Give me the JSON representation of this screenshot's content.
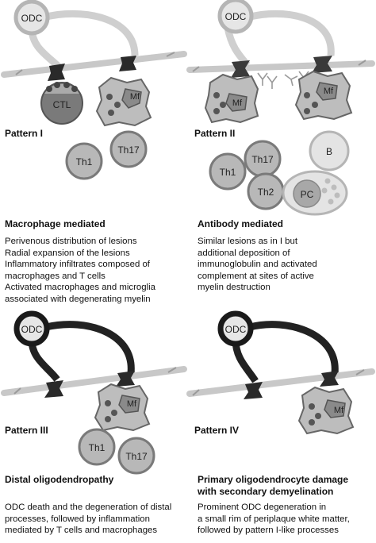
{
  "patterns": [
    {
      "id": "I",
      "label": "Pattern I",
      "mechanism": "Macrophage mediated",
      "cells": {
        "odc": "ODC",
        "ctl": "CTL",
        "mf": "Mf",
        "th1": "Th1",
        "th17": "Th17"
      },
      "description": [
        "Perivenous distribution of lesions",
        "Radial expansion of the lesions",
        "Inflammatory infiltrates composed of",
        "macrophages and T cells",
        "Activated macrophages and microglia",
        "associated with degenerating myelin"
      ]
    },
    {
      "id": "II",
      "label": "Pattern II",
      "mechanism": "Antibody mediated",
      "cells": {
        "odc": "ODC",
        "mf_left": "Mf",
        "mf_right": "Mf",
        "th1": "Th1",
        "th17": "Th17",
        "th2": "Th2",
        "b": "B",
        "pc": "PC"
      },
      "description": [
        "Similar lesions as in I but",
        "additional deposition of",
        "immunoglobulin and activated",
        "complement at sites of active",
        "myelin destruction"
      ]
    },
    {
      "id": "III",
      "label": "Pattern III",
      "mechanism": "Distal oligodendropathy",
      "cells": {
        "odc": "ODC",
        "mf": "Mf",
        "th1": "Th1",
        "th17": "Th17"
      },
      "description": [
        "ODC death and the degeneration of distal",
        "processes, followed by inflammation",
        "mediated by T cells and macrophages"
      ]
    },
    {
      "id": "IV",
      "label": "Pattern IV",
      "mechanism": "Primary oligodendrocyte damage with secondary demyelination",
      "mechanism_lines": [
        "Primary oligodendrocyte damage",
        "with secondary demyelination"
      ],
      "cells": {
        "odc": "ODC",
        "mf": "Mf"
      },
      "description": [
        "Prominent ODC degeneration in",
        "a small rim of periplaque white matter,",
        "followed by pattern I-like processes"
      ]
    }
  ],
  "colors": {
    "cell_gray": "#b8b8b8",
    "cell_dark": "#7a7a7a",
    "axon_gray": "#c8c8c8",
    "dark_process": "#222222",
    "odc_light": "#e6e6e6",
    "light_process": "#d0d0d0"
  }
}
